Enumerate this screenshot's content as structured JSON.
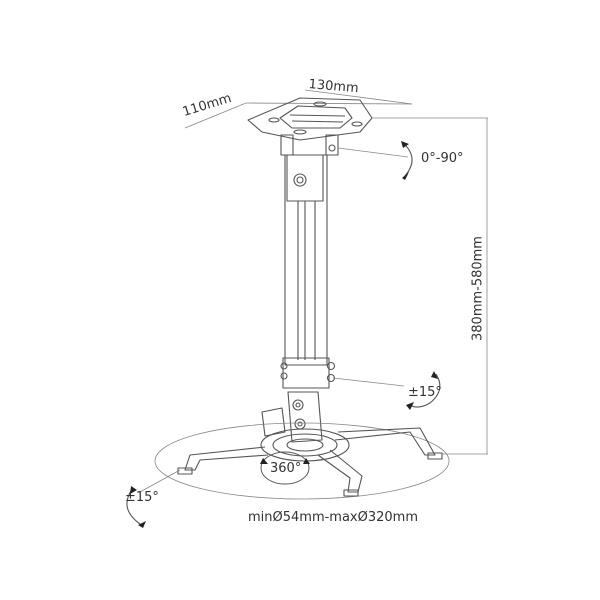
{
  "diagram": {
    "subject": "projector ceiling mount",
    "colors": {
      "line": "#555555",
      "dim_line": "#888888",
      "text": "#333333",
      "background": "#ffffff"
    },
    "labels": {
      "plate_depth": "110mm",
      "plate_width": "130mm",
      "top_tilt": "0°-90°",
      "height_range": "380mm-580mm",
      "mid_tilt": "±15°",
      "rotation": "360°",
      "side_tilt": "±15°",
      "bracket_span": "minØ54mm-maxØ320mm"
    }
  }
}
